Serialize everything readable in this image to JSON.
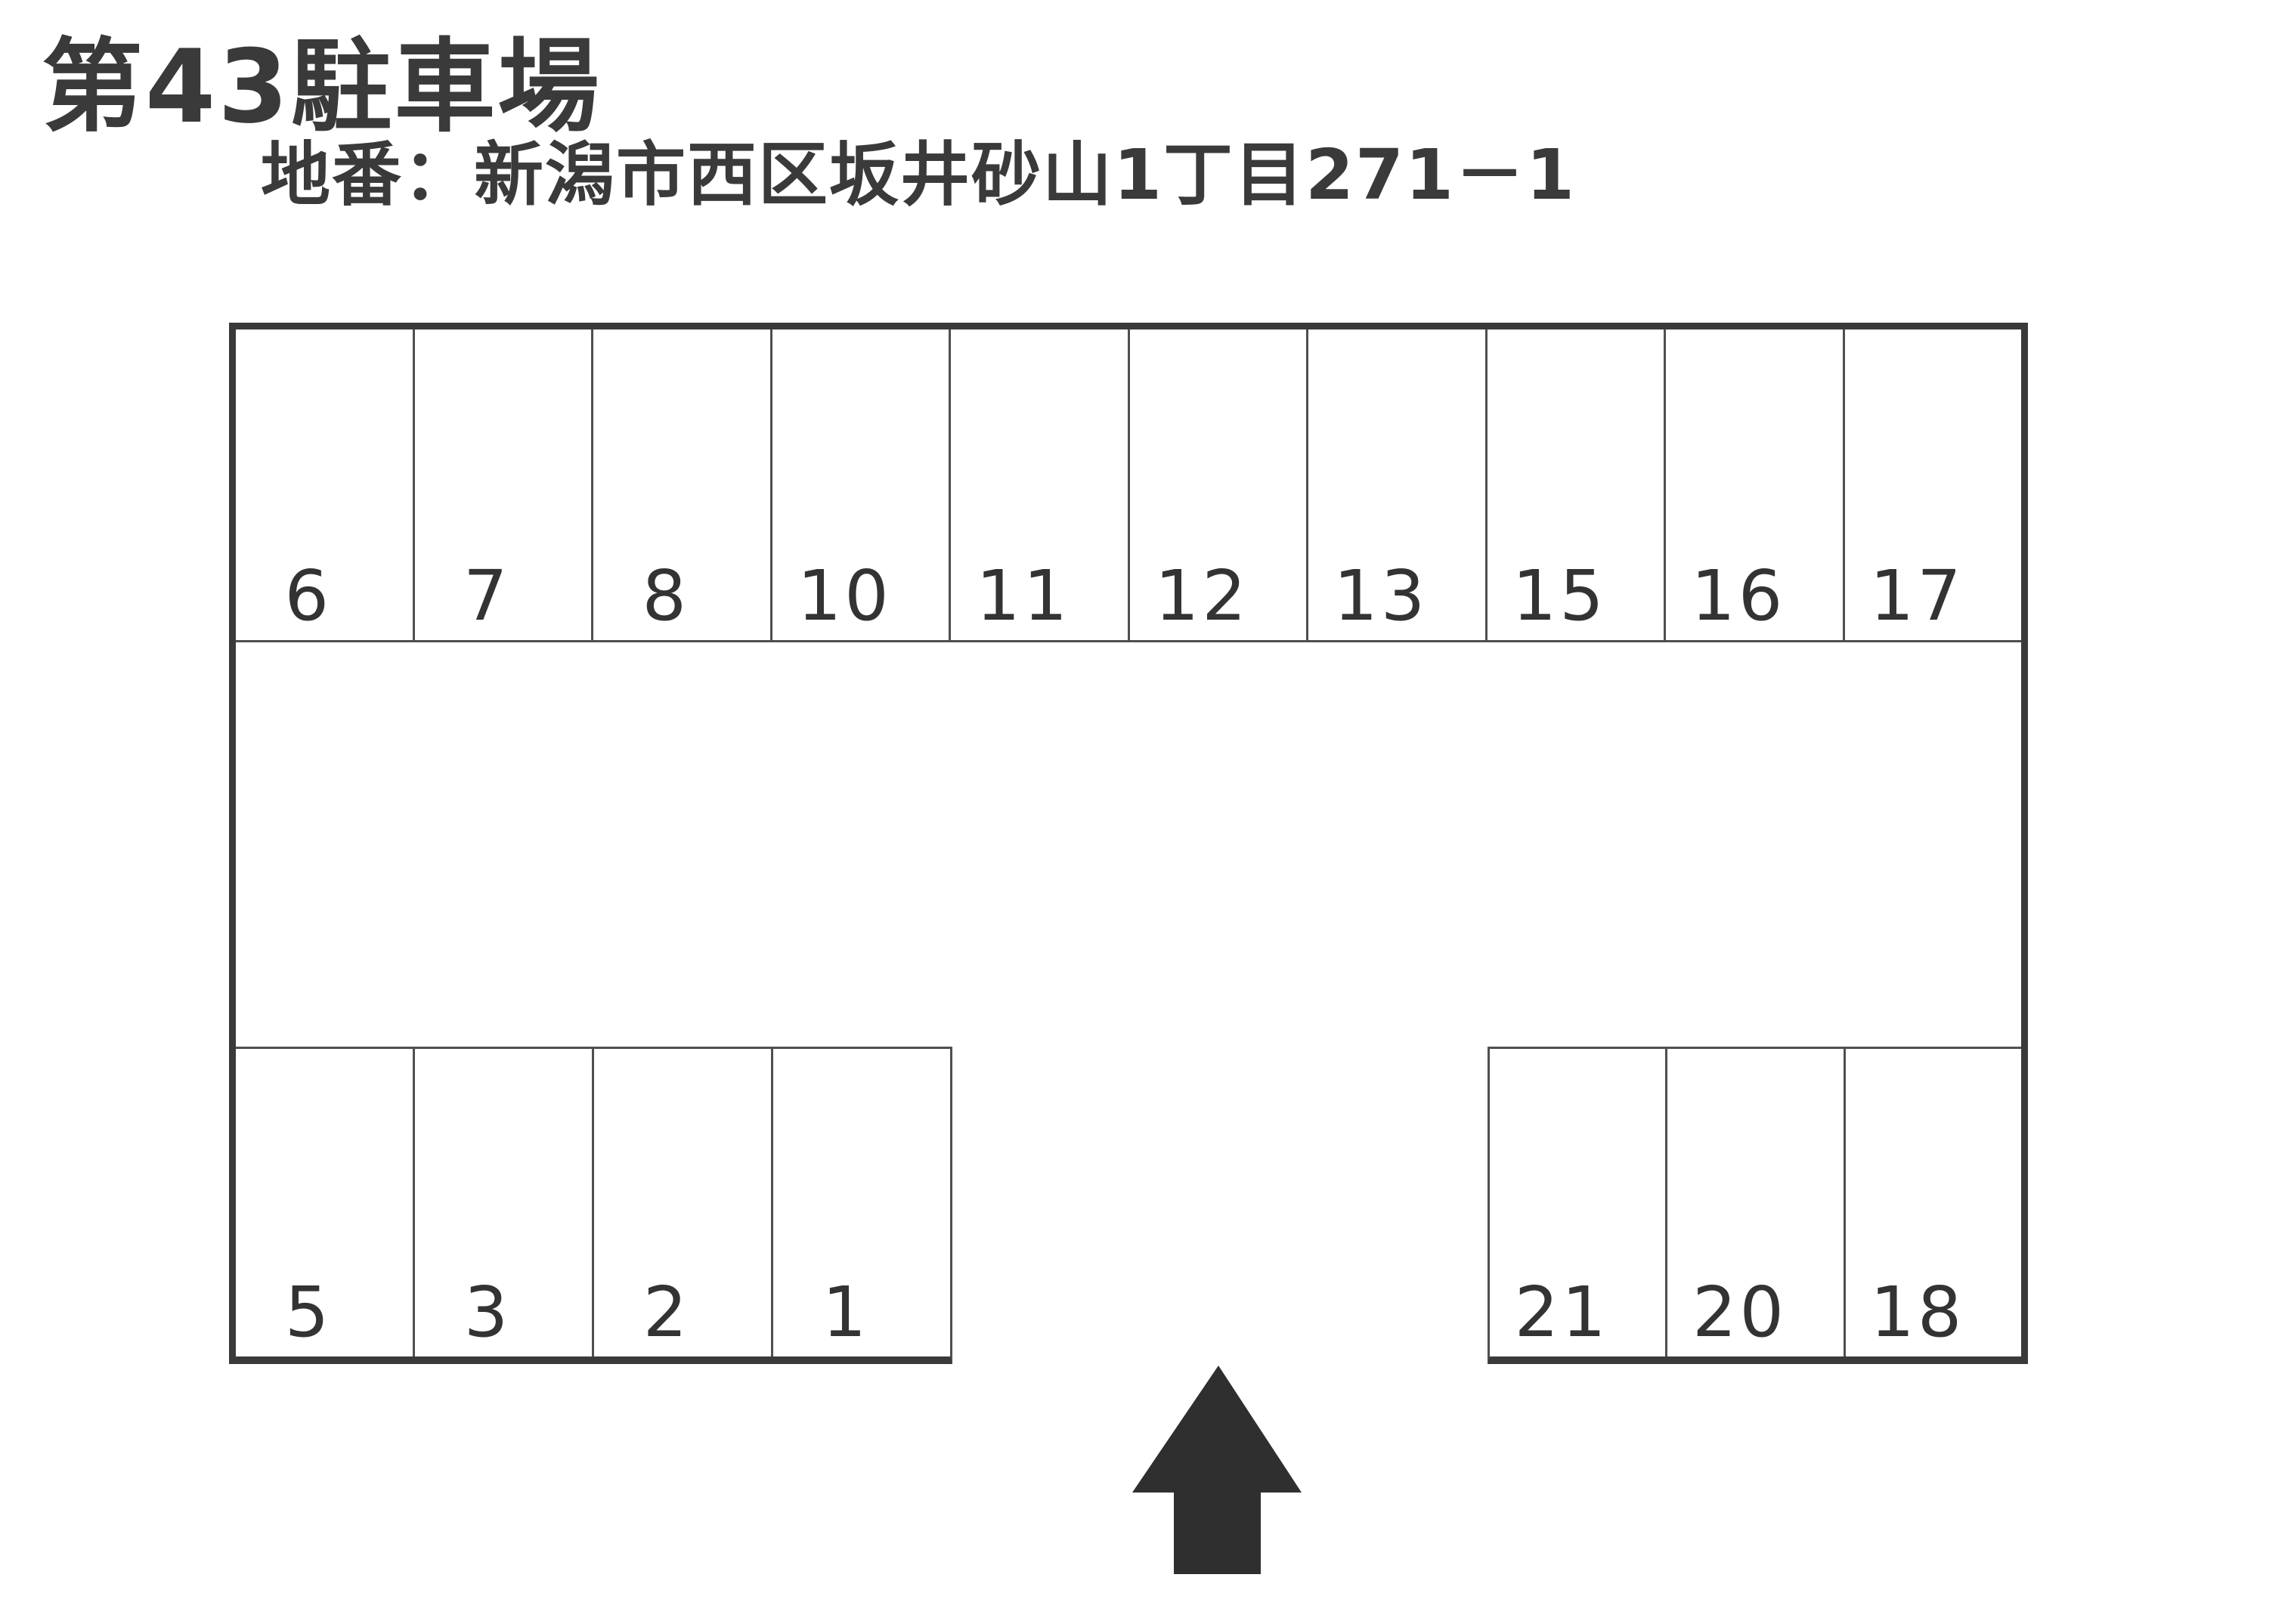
{
  "title": "第43駐車場",
  "subtitle": "地番：新潟市西区坂井砂山1丁目271－1",
  "lot": {
    "top_row": [
      "6",
      "7",
      "8",
      "10",
      "11",
      "12",
      "13",
      "15",
      "16",
      "17"
    ],
    "bottom_left": [
      "5",
      "3",
      "2",
      "1"
    ],
    "bottom_right": [
      "21",
      "20",
      "18"
    ]
  },
  "entrance": {
    "arrow_direction": "up"
  },
  "colors": {
    "ink": "#333333",
    "border_thick": "#3a3a3a",
    "border_thin": "#4f4f4f",
    "arrow": "#2f2f2f",
    "background": "#ffffff"
  }
}
